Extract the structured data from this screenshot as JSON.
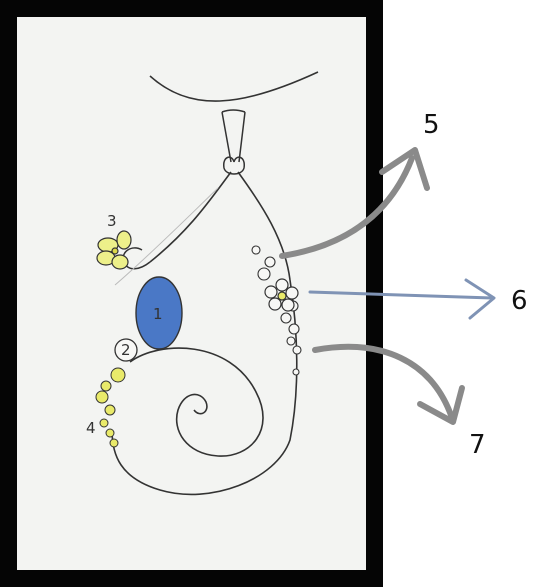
{
  "sketch_numbers": {
    "n1": "1",
    "n2": "2",
    "n3": "3",
    "n4": "4"
  },
  "callouts": {
    "c5": "5",
    "c6": "6",
    "c7": "7"
  },
  "colors": {
    "frame": "#050505",
    "paper": "#f3f4f2",
    "ink": "#333333",
    "stone_blue": "#4a78c6",
    "bead_yellow": "#e9ea6a",
    "flower_yellow": "#edf08a",
    "arrow_gray": "#8a8a8a",
    "arrow_blue": "#7f93b5"
  },
  "icons": [
    "pendant-sketch",
    "flower-icon",
    "blue-stone",
    "curved-arrow-icon",
    "straight-arrow-icon"
  ]
}
